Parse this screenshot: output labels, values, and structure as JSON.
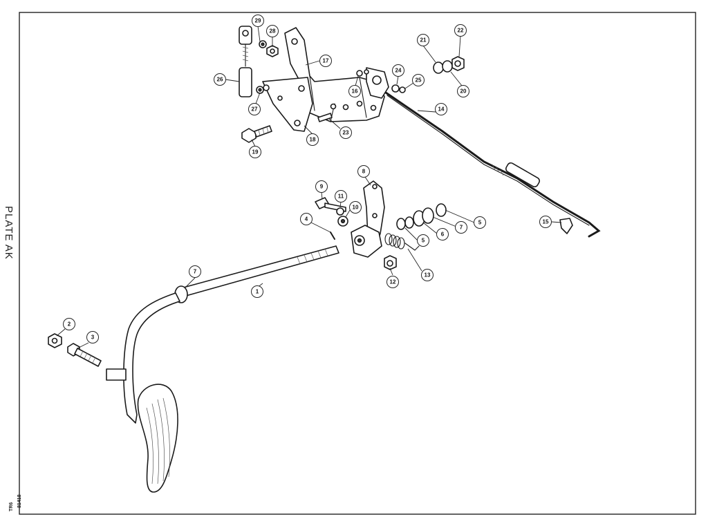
{
  "plate_label": "PLATE AK",
  "drawing_number": "81418",
  "model_code": "TR6",
  "callouts": [
    {
      "id": "c29",
      "label": "29"
    },
    {
      "id": "c28",
      "label": "28"
    },
    {
      "id": "c17",
      "label": "17"
    },
    {
      "id": "c26",
      "label": "26"
    },
    {
      "id": "c27",
      "label": "27"
    },
    {
      "id": "c16",
      "label": "16"
    },
    {
      "id": "c18",
      "label": "18"
    },
    {
      "id": "c19",
      "label": "19"
    },
    {
      "id": "c23",
      "label": "23"
    },
    {
      "id": "c21",
      "label": "21"
    },
    {
      "id": "c22",
      "label": "22"
    },
    {
      "id": "c20",
      "label": "20"
    },
    {
      "id": "c24",
      "label": "24"
    },
    {
      "id": "c25",
      "label": "25"
    },
    {
      "id": "c14",
      "label": "14"
    },
    {
      "id": "c8",
      "label": "8"
    },
    {
      "id": "c9",
      "label": "9"
    },
    {
      "id": "c11",
      "label": "11"
    },
    {
      "id": "c10",
      "label": "10"
    },
    {
      "id": "c4",
      "label": "4"
    },
    {
      "id": "c5a",
      "label": "5"
    },
    {
      "id": "c7a",
      "label": "7"
    },
    {
      "id": "c6",
      "label": "6"
    },
    {
      "id": "c5b",
      "label": "5"
    },
    {
      "id": "c15",
      "label": "15"
    },
    {
      "id": "c12",
      "label": "12"
    },
    {
      "id": "c13",
      "label": "13"
    },
    {
      "id": "c7b",
      "label": "7"
    },
    {
      "id": "c1",
      "label": "1"
    },
    {
      "id": "c2",
      "label": "2"
    },
    {
      "id": "c3",
      "label": "3"
    }
  ]
}
